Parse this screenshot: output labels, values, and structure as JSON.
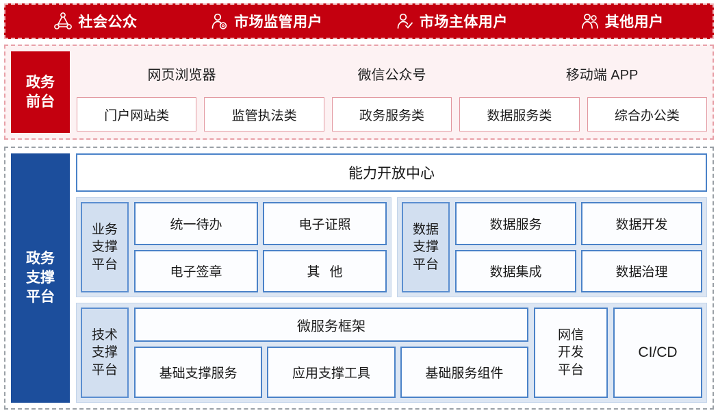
{
  "theme": {
    "red": "#c4000f",
    "pink_bg": "#fdf2f3",
    "blue": "#1c4e9c",
    "panel_blue": "#dce6f3",
    "cell_border": "#4a82c8"
  },
  "user_band": {
    "items": [
      {
        "icon": "community-network-icon",
        "label": "社会公众"
      },
      {
        "icon": "person-gear-icon",
        "label": "市场监管用户"
      },
      {
        "icon": "person-check-icon",
        "label": "市场主体用户"
      },
      {
        "icon": "user-group-icon",
        "label": "其他用户"
      }
    ]
  },
  "front_office": {
    "side_label_line1": "政务",
    "side_label_line2": "前台",
    "channels": [
      "网页浏览器",
      "微信公众号",
      "移动端 APP"
    ],
    "cards": [
      "门户网站类",
      "监管执法类",
      "政务服务类",
      "数据服务类",
      "综合办公类"
    ]
  },
  "support_platform": {
    "side_label_line1": "政务",
    "side_label_line2": "支撑",
    "side_label_line3": "平台",
    "capability_center": "能力开放中心",
    "business": {
      "tag_line1": "业务",
      "tag_line2": "支撑",
      "tag_line3": "平台",
      "cells": [
        "统一待办",
        "电子证照",
        "电子签章",
        "其他"
      ]
    },
    "data": {
      "tag_line1": "数据",
      "tag_line2": "支撑",
      "tag_line3": "平台",
      "cells": [
        "数据服务",
        "数据开发",
        "数据集成",
        "数据治理"
      ]
    },
    "technology": {
      "tag_line1": "技术",
      "tag_line2": "支撑",
      "tag_line3": "平台",
      "microservice_framework": "微服务框架",
      "tools": [
        "基础支撑服务",
        "应用支撑工具",
        "基础服务组件"
      ],
      "side_boxes": [
        {
          "line1": "网信",
          "line2": "开发",
          "line3": "平台"
        },
        {
          "line1": "CI/CD"
        }
      ]
    }
  }
}
